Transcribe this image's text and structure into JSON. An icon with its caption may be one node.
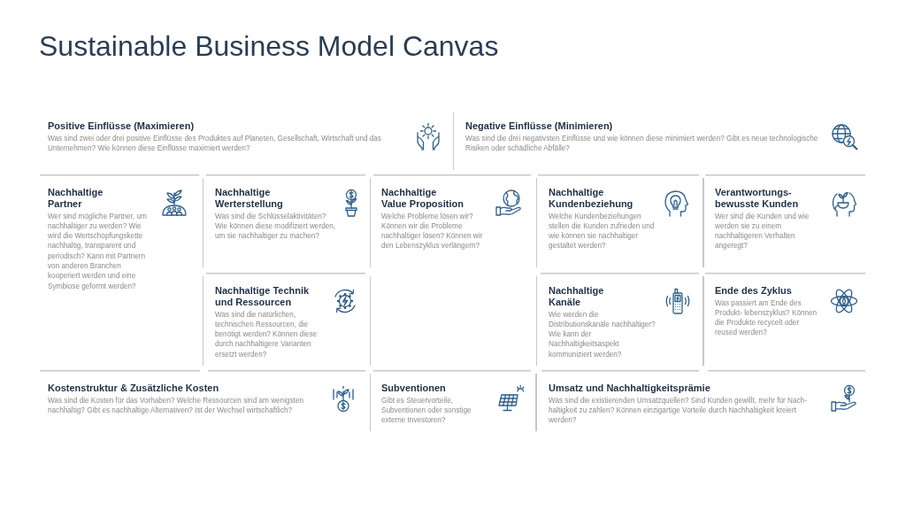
{
  "diagram": {
    "title": "Sustainable Business Model Canvas",
    "nodes": [
      {
        "text": [
          "Positive Einflüsse (Maximieren)",
          "Was sind zwei oder drei positive Einflüsse des Produktes auf Planeten, Gesellschaft, Wirtschaft und das Unternehmen? Wie können diese Einflüsse maximiert werden?"
        ]
      },
      {
        "text": [
          "Negative Einflüsse (Minimieren)",
          "Was sind die drei negativsten Einflüsse und wie können diese minimiert werden? Gibt es neue technologische Risiken oder schädliche Abfälle?"
        ]
      },
      {
        "text": [
          "Nachhaltige Partner",
          "Wer sind mögliche Partner, um nachhaltiger zu werden? Wie wird die Wertschöpfungskette nachhaltig, transparent und periodisch? Kann mit Partnern von anderen Branchen kooperiert werden und eine Symbiose geformt werden?"
        ]
      },
      {
        "text": [
          "Nachhaltige Werterstellung",
          "Was sind die Schlüsselaktivitäten? Wie können diese modifiziert werden, um sie nachhaltiger zu machen?"
        ]
      },
      {
        "text": [
          "Nachhaltige Value Proposition",
          "Welche Probleme lösen wir? Können wir die Probleme nachhaltiger lösen? Können wir den Lebenszyklus verlängern?"
        ]
      },
      {
        "text": [
          "Nachhaltige Kundenbeziehung",
          "Welche Kundenbeziehungen stellen die Kunden zufrieden und wie können sie nachhaltiger gestaltet werden?"
        ]
      },
      {
        "text": [
          "Verantwortungs- bewusste Kunden",
          "Wer sind die Kunden und wie werden sie zu einem nachhaltigeren Verhalten angeregt?"
        ]
      },
      {
        "text": [
          "Nachhaltige Technik und Ressourcen",
          "Was sind die natürlichen, technischen Ressourcen, die benötigt werden? Können diese durch nachhaltigere Varianten ersetzt werden?"
        ]
      },
      {
        "text": [
          "Nachhaltige Kanäle",
          "Wie werden die Distributionskanäle nachhaltiger? Wie kann der Nachhaltigkeitsaspekt kommuniziert werden?"
        ]
      },
      {
        "text": [
          "Ende des Zyklus",
          "Was passiert am Ende des Produkt- lebenszyklus? Können die Produkte recycelt oder reused werden?"
        ]
      },
      {
        "text": [
          "Kostenstruktur & Zusätzliche Kosten",
          "Was sind die Kosten für das Vorhaben? Welche Ressourcen sind am wenigsten nachhaltig? Gibt es nachhaltige Alternativen? Ist der Wechsel wirtschaftlich?"
        ]
      },
      {
        "text": [
          "Subventionen",
          "Gibt es Steuervorteile, Subventionen oder sonstige externe Investoren?"
        ]
      },
      {
        "text": [
          "Umsatz und Nachhaltigkeitsprämie",
          "Was sind die existierenden Umsatzquellen? Sind Kunden gewillt, mehr für Nach- haltigkeit zu zahlen? Können einzigartige Vorteile durch Nachhaltigkeit kreiert werden?"
        ]
      }
    ]
  }
}
